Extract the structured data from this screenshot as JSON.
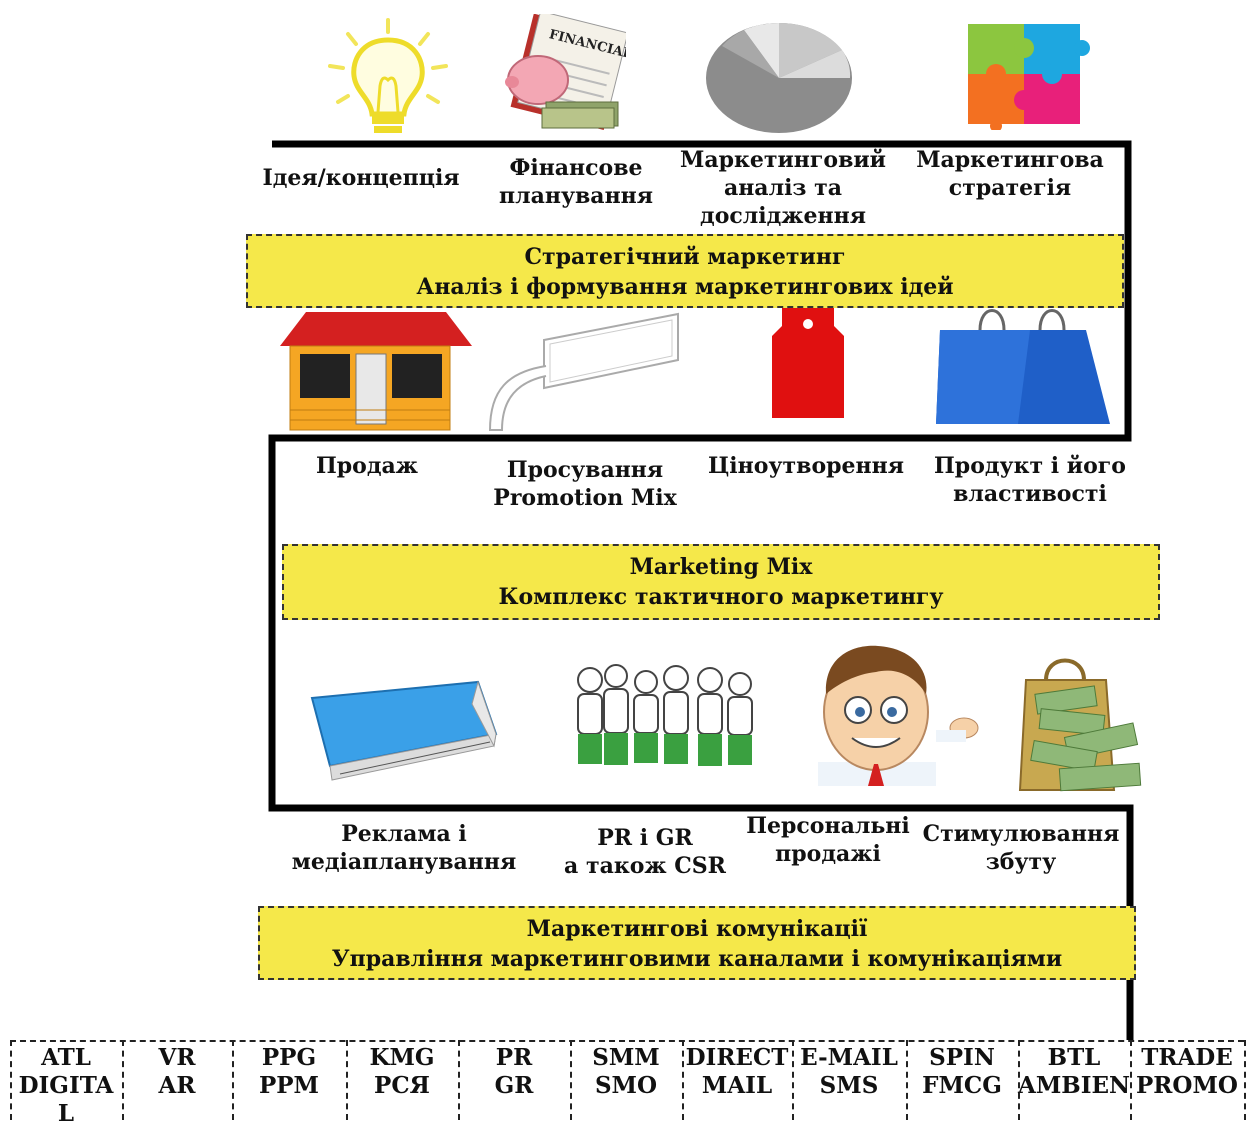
{
  "sections": [
    {
      "items": [
        "Ідея/концепція",
        "Фінансове\nпланування",
        "Маркетинговий\nаналіз та\nдослідження",
        "Маркетингова\nстратегія"
      ],
      "band": {
        "line1": "Стратегічний маркетинг",
        "line2": "Аналіз і формування маркетингових ідей"
      }
    },
    {
      "items": [
        "Продаж",
        "Просування\nPromotion Mix",
        "Ціноутворення",
        "Продукт і його\nвластивості"
      ],
      "band": {
        "line1": "Marketing Mix",
        "line2": "Комплекс тактичного маркетингу"
      }
    },
    {
      "items": [
        "Реклама і\nмедіапланування",
        "PR і GR\nа також CSR",
        "Персональні\nпродажі",
        "Стимулювання\nзбуту"
      ],
      "band": {
        "line1": "Маркетингові комунікації",
        "line2": "Управління маркетинговими каналами і комунікаціями"
      }
    }
  ],
  "image_text": {
    "financial_plan": "FINANCIAL PLAN"
  },
  "channels": [
    "ATL\nDIGITA\nL",
    "VR\nAR",
    "PPG\nPPM",
    "KMG\nPCЯ",
    "PR\nGR",
    "SMM\nSMO",
    "DIRECT\nMAIL",
    "E-MAIL\nSMS",
    "SPIN\nFMCG",
    "BTL\nAMBIEN",
    "TRADE\nPROMO"
  ],
  "icons": [
    "lightbulb-icon",
    "financial-plan-icon",
    "pie-chart-icon",
    "puzzle-icon",
    "kiosk-icon",
    "billboard-icon",
    "price-tag-icon",
    "shopping-bag-icon",
    "advertising-board-icon",
    "people-group-icon",
    "salesman-icon",
    "money-bag-icon"
  ],
  "colors": {
    "band": "#f5e84a",
    "frame": "#000000",
    "tag": "#e01010",
    "bag": "#1f5fc8",
    "roof": "#d42020",
    "kiosk": "#f5a623"
  }
}
